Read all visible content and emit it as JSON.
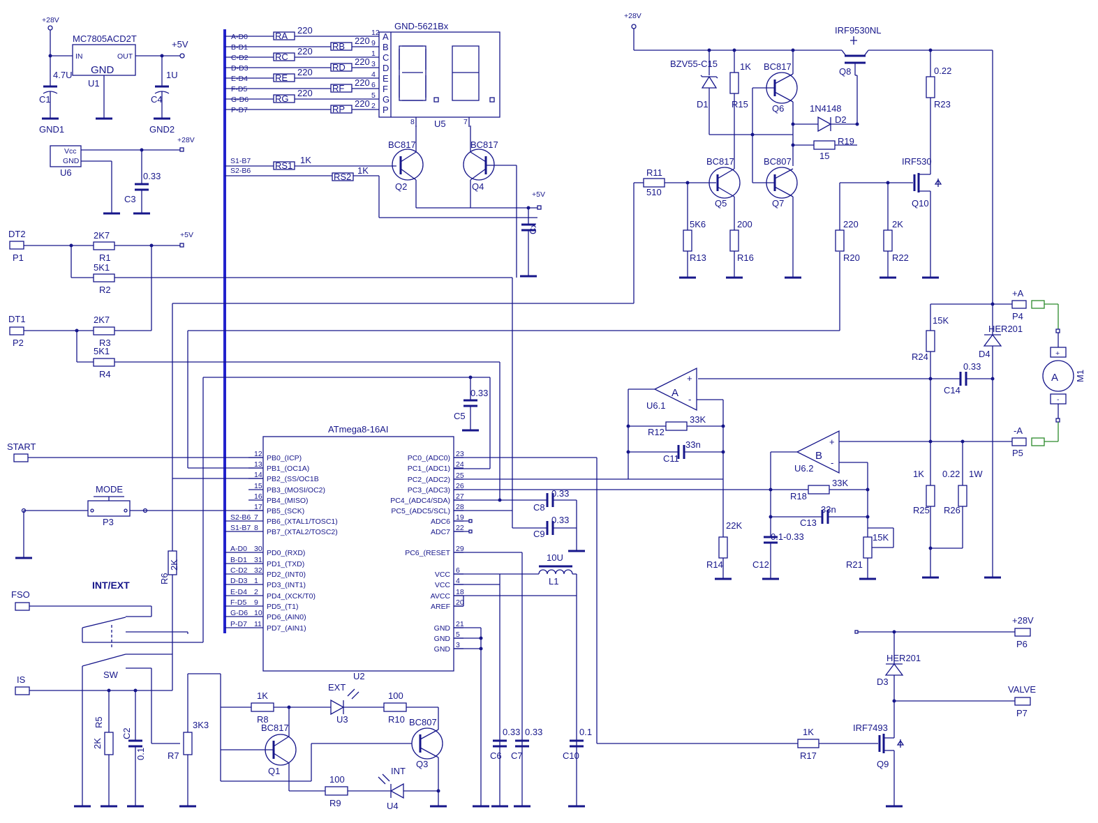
{
  "supplies": {
    "v28_a": "+28V",
    "v28_b": "+28V",
    "v28_small": "+28V",
    "v28_p6": "+28V",
    "v5_a": "+5V",
    "v5_b": "+5V",
    "v5_c": "+5V"
  },
  "regulator": {
    "part": "MC7805ACD2T",
    "in": "IN",
    "out": "OUT",
    "gnd": "GND",
    "ref": "U1",
    "c1_value": "4.7U",
    "c1_ref": "C1",
    "c4_value": "1U",
    "c4_ref": "C4",
    "gnd1": "GND1",
    "gnd2": "GND2"
  },
  "u6": {
    "vcc": "Vcc",
    "gnd": "GND",
    "ref": "U6",
    "c3_value": "0.33",
    "c3_ref": "C3"
  },
  "display": {
    "part": "GND-5621Bx",
    "ref": "U5",
    "segments": [
      "A",
      "B",
      "C",
      "D",
      "E",
      "F",
      "G",
      "P"
    ],
    "seg_pins": [
      "12",
      "9",
      "1",
      "3",
      "4",
      "6",
      "5",
      "2"
    ],
    "digit_pins": [
      "8",
      "7"
    ],
    "nets": [
      "A-D0",
      "B-D1",
      "C-D2",
      "D-D3",
      "E-D4",
      "F-D5",
      "G-D6",
      "P-D7"
    ],
    "resistors": [
      "RA",
      "RB",
      "RC",
      "RD",
      "RE",
      "RF",
      "RG",
      "RP"
    ],
    "res_value": "220",
    "sel_nets": [
      "S1-B7",
      "S2-B6"
    ],
    "sel_res": [
      "RS1",
      "RS2"
    ],
    "sel_value": "1K",
    "q2": "BC817",
    "q2_ref": "Q2",
    "q4": "BC817",
    "q4_ref": "Q4",
    "cx": "Cx"
  },
  "inputs": {
    "dt2": "DT2",
    "p1": "P1",
    "dt1": "DT1",
    "p2": "P2",
    "r1": "2K7",
    "r1_ref": "R1",
    "r2": "5K1",
    "r2_ref": "R2",
    "r3": "2K7",
    "r3_ref": "R3",
    "r4": "5K1",
    "r4_ref": "R4",
    "start": "START",
    "mode": "MODE",
    "p3": "P3",
    "fso": "FSO",
    "is": "IS",
    "int_ext": "INT/EXT",
    "sw": "SW",
    "r6": "2K",
    "r6_ref": "R6",
    "r5": "2K",
    "r5_ref": "R5",
    "c2": "0.1",
    "c2_ref": "C2",
    "r7": "3K3",
    "r7_ref": "R7"
  },
  "mcu": {
    "part": "ATmega8-16AI",
    "ref": "U2",
    "left_pins": [
      {
        "num": "12",
        "name": "PB0_(ICP)"
      },
      {
        "num": "13",
        "name": "PB1_(OC1A)"
      },
      {
        "num": "14",
        "name": "PB2_(SS/OC1B"
      },
      {
        "num": "15",
        "name": "PB3_(MOSI/OC2)"
      },
      {
        "num": "16",
        "name": "PB4_(MISO)"
      },
      {
        "num": "17",
        "name": "PB5_(SCK)"
      },
      {
        "num": "7",
        "name": "PB6_(XTAL1/TOSC1)"
      },
      {
        "num": "8",
        "name": "PB7_(XTAL2/TOSC2)"
      },
      {
        "num": "30",
        "name": "PD0_(RXD)"
      },
      {
        "num": "31",
        "name": "PD1_(TXD)"
      },
      {
        "num": "32",
        "name": "PD2_(INT0)"
      },
      {
        "num": "1",
        "name": "PD3_(INT1)"
      },
      {
        "num": "2",
        "name": "PD4_(XCK/T0)"
      },
      {
        "num": "9",
        "name": "PD5_(T1)"
      },
      {
        "num": "10",
        "name": "PD6_(AIN0)"
      },
      {
        "num": "11",
        "name": "PD7_(AIN1)"
      }
    ],
    "right_pins": [
      {
        "num": "23",
        "name": "PC0_(ADC0)"
      },
      {
        "num": "24",
        "name": "PC1_(ADC1)"
      },
      {
        "num": "25",
        "name": "PC2_(ADC2)"
      },
      {
        "num": "26",
        "name": "PC3_(ADC3)"
      },
      {
        "num": "27",
        "name": "PC4_(ADC4/SDA)"
      },
      {
        "num": "28",
        "name": "PC5_(ADC5/SCL)"
      },
      {
        "num": "19",
        "name": "ADC6"
      },
      {
        "num": "22",
        "name": "ADC7"
      },
      {
        "num": "29",
        "name": "PC6_(RESET"
      },
      {
        "num": "6",
        "name": "VCC"
      },
      {
        "num": "4",
        "name": "VCC"
      },
      {
        "num": "18",
        "name": "AVCC"
      },
      {
        "num": "20",
        "name": "AREF"
      },
      {
        "num": "21",
        "name": "GND"
      },
      {
        "num": "5",
        "name": "GND"
      },
      {
        "num": "3",
        "name": "GND"
      }
    ],
    "bus_labels": [
      "S2-B6",
      "S1-B7",
      "A-D0",
      "B-D1",
      "C-D2",
      "D-D3",
      "E-D4",
      "F-D5",
      "G-D6",
      "P-D7"
    ],
    "c5": "0.33",
    "c5_ref": "C5",
    "c8": "0.33",
    "c8_ref": "C8",
    "c9": "0.33",
    "c9_ref": "C9",
    "l1": "10U",
    "l1_ref": "L1",
    "c6": "0.33",
    "c6_ref": "C6",
    "c7": "0.33",
    "c7_ref": "C7",
    "c10": "0.1",
    "c10_ref": "C10"
  },
  "leds": {
    "r8": "1K",
    "r8_ref": "R8",
    "ext": "EXT",
    "u3": "U3",
    "r10": "100",
    "r10_ref": "R10",
    "q1": "BC817",
    "q1_ref": "Q1",
    "q3": "BC807",
    "q3_ref": "Q3",
    "r9": "100",
    "r9_ref": "R9",
    "int": "INT",
    "u4": "U4"
  },
  "driver": {
    "d1": "BZV55-C15",
    "d1_ref": "D1",
    "r15": "1K",
    "r15_ref": "R15",
    "q6": "BC817",
    "q6_ref": "Q6",
    "q8": "IRF9530NL",
    "q8_ref": "Q8",
    "d2": "1N4148",
    "d2_ref": "D2",
    "r19": "15",
    "r19_ref": "R19",
    "r23": "0.22",
    "r23_ref": "R23",
    "r11": "510",
    "r11_ref": "R11",
    "q5": "BC817",
    "q5_ref": "Q5",
    "q7": "BC807",
    "q7_ref": "Q7",
    "q10": "IRF530",
    "q10_ref": "Q10",
    "r13": "5K6",
    "r13_ref": "R13",
    "r16": "200",
    "r16_ref": "R16",
    "r20": "220",
    "r20_ref": "R20",
    "r22": "2K",
    "r22_ref": "R22"
  },
  "motor": {
    "plus_a": "+A",
    "p4": "P4",
    "minus_a": "-A",
    "p5": "P5",
    "m_letter": "A",
    "m1": "M1",
    "plus": "+",
    "minus": "-",
    "r24": "15K",
    "r24_ref": "R24",
    "d4": "HER201",
    "d4_ref": "D4",
    "c14": "0.33",
    "c14_ref": "C14",
    "r25": "1K",
    "r25_ref": "R25",
    "r26": "0.22",
    "r26_w": "1W",
    "r26_ref": "R26"
  },
  "opamps": {
    "a": "A",
    "u61": "U6.1",
    "r12": "33K",
    "r12_ref": "R12",
    "c11": "33n",
    "c11_ref": "C11",
    "r14": "22K",
    "r14_ref": "R14",
    "b": "B",
    "u62": "U6.2",
    "r18": "33K",
    "r18_ref": "R18",
    "c13": "33n",
    "c13_ref": "C13",
    "c12": "0.1-0.33",
    "c12_ref": "C12",
    "r21": "15K",
    "r21_ref": "R21",
    "plus": "+",
    "minus": "-"
  },
  "valve": {
    "d3": "HER201",
    "d3_ref": "D3",
    "p6": "P6",
    "valve": "VALVE",
    "p7": "P7",
    "q9": "IRF7493",
    "q9_ref": "Q9",
    "r17": "1K",
    "r17_ref": "R17"
  }
}
